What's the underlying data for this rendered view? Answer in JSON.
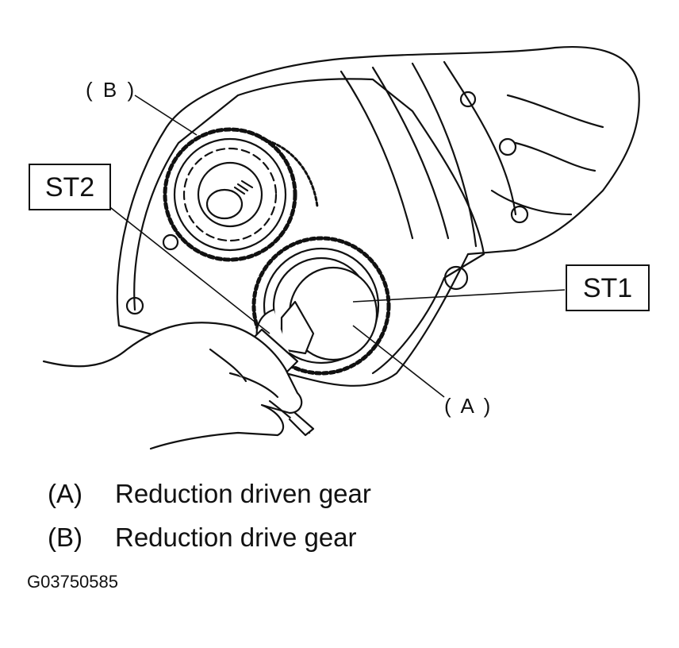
{
  "callouts": {
    "b": "( B )",
    "a": "( A )",
    "st2": "ST2",
    "st1": "ST1"
  },
  "legend": [
    {
      "key": "(A)",
      "text": "Reduction driven gear"
    },
    {
      "key": "(B)",
      "text": "Reduction drive gear"
    }
  ],
  "figure_id": "G03750585"
}
